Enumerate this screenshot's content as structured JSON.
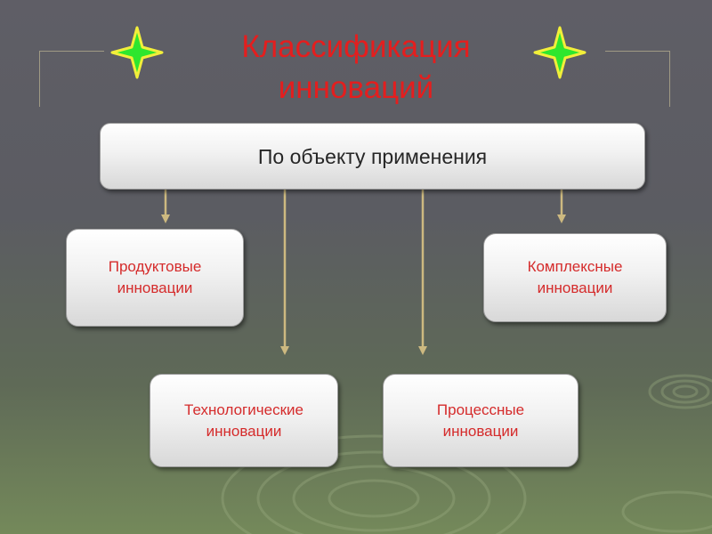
{
  "title": {
    "line1": "Классификация",
    "line2": "инноваций"
  },
  "diagram": {
    "root": "По объекту применения",
    "children": [
      {
        "line1": "Продуктовые",
        "line2": "инновации"
      },
      {
        "line1": "Технологические",
        "line2": "инновации"
      },
      {
        "line1": "Процессные",
        "line2": "инновации"
      },
      {
        "line1": "Комплексные",
        "line2": "инновации"
      }
    ]
  },
  "colors": {
    "title": "#e41e1e",
    "child_text": "#d52b2b",
    "root_text": "#262626",
    "arrow": "#cdb980",
    "star_fill": "#2ee62e",
    "star_outline": "#f2ef3a"
  }
}
